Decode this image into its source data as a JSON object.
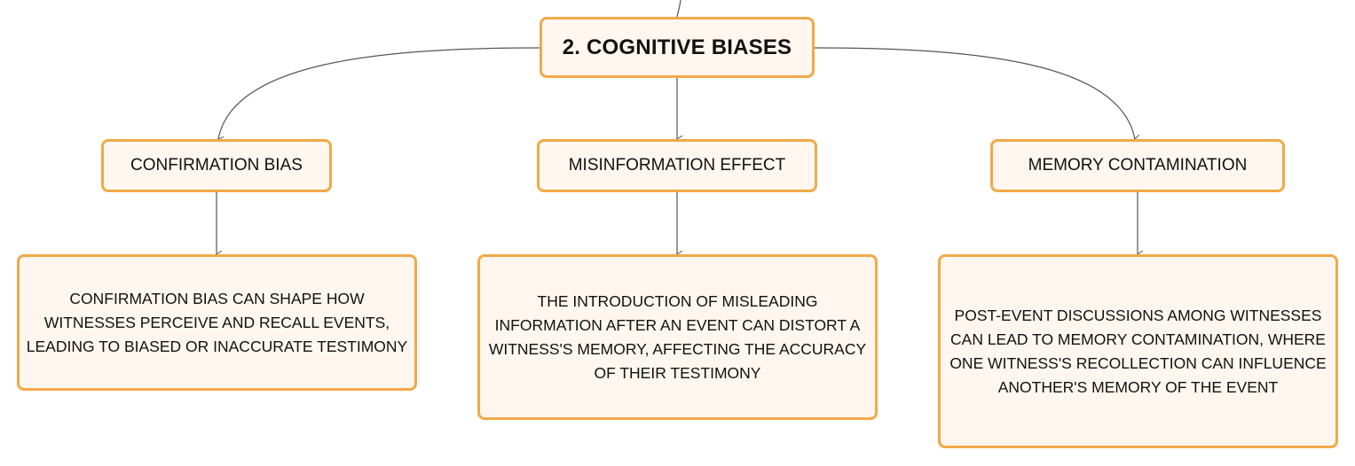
{
  "root": {
    "label": "2. COGNITIVE BIASES"
  },
  "branches": [
    {
      "topic": "CONFIRMATION BIAS",
      "description": "CONFIRMATION BIAS CAN SHAPE HOW WITNESSES PERCEIVE AND RECALL EVENTS, LEADING TO BIASED OR INACCURATE TESTIMONY"
    },
    {
      "topic": "MISINFORMATION EFFECT",
      "description": "THE INTRODUCTION OF MISLEADING INFORMATION AFTER AN EVENT CAN DISTORT A WITNESS'S MEMORY, AFFECTING THE ACCURACY OF THEIR TESTIMONY"
    },
    {
      "topic": "MEMORY CONTAMINATION",
      "description": "POST-EVENT DISCUSSIONS AMONG WITNESSES CAN LEAD TO MEMORY CONTAMINATION, WHERE ONE WITNESS'S RECOLLECTION CAN INFLUENCE ANOTHER'S MEMORY OF THE EVENT"
    }
  ],
  "colors": {
    "node_border": "#f1a948",
    "node_fill": "#fff7ef",
    "connector": "#555555",
    "text": "#111111"
  }
}
